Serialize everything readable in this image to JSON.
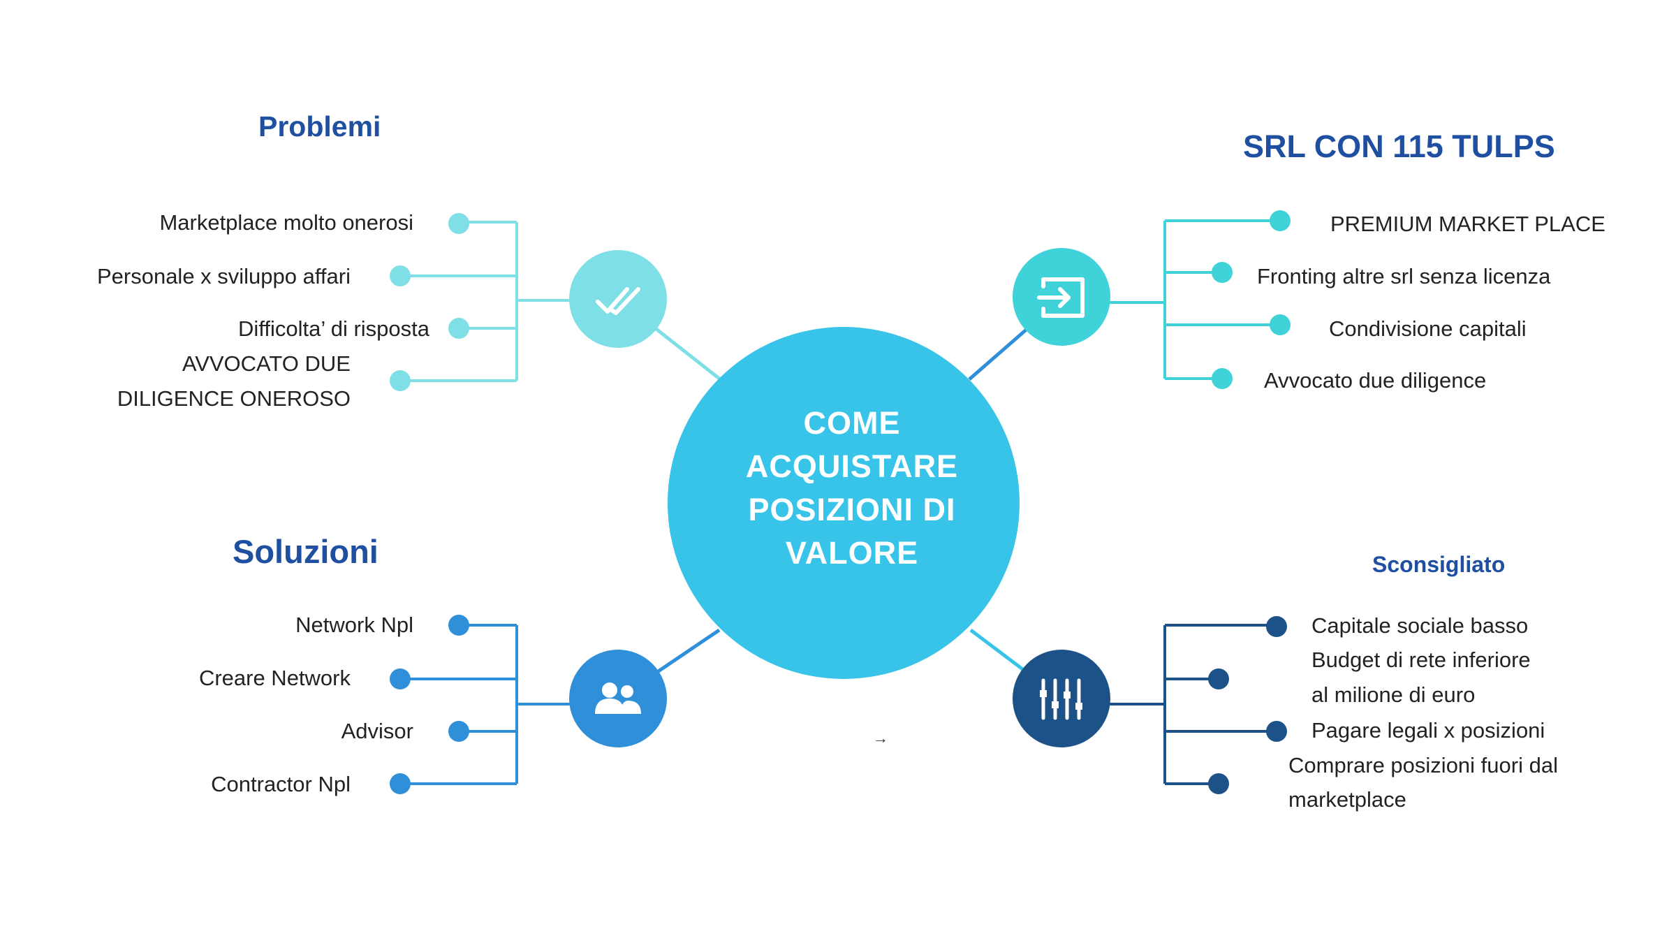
{
  "center": {
    "title_lines": [
      "COME",
      "ACQUISTARE",
      "POSIZIONI DI",
      "VALORE"
    ]
  },
  "branches": {
    "problemi": {
      "heading": "Problemi",
      "color": "#7fdfe6",
      "icon": "double-check-icon",
      "items": [
        "Marketplace molto onerosi",
        "Personale x sviluppo affari",
        "Difficolta’ di risposta",
        "AVVOCATO DUE",
        "DILIGENCE ONEROSO"
      ]
    },
    "srl": {
      "heading": "SRL CON 115 TULPS",
      "color": "#3fd3d9",
      "icon": "login-arrow-icon",
      "items": [
        "PREMIUM MARKET PLACE",
        "Fronting altre srl senza licenza",
        "Condivisione capitali",
        "Avvocato due diligence"
      ]
    },
    "soluzioni": {
      "heading": "Soluzioni",
      "color": "#2f8fd8",
      "icon": "people-group-icon",
      "items": [
        "Network Npl",
        "Creare Network",
        "Advisor",
        "Contractor Npl"
      ]
    },
    "sconsigliato": {
      "heading": "Sconsigliato",
      "color": "#1d5289",
      "icon": "sliders-icon",
      "items": [
        "Capitale sociale basso",
        "Budget di rete inferiore",
        "al milione di euro",
        "Pagare legali x posizioni",
        "Comprare posizioni fuori dal",
        "marketplace"
      ]
    }
  },
  "colors": {
    "center_circle": "#38c4e8",
    "heading_text": "#1f4fa0"
  },
  "cursor_glyph": "→"
}
